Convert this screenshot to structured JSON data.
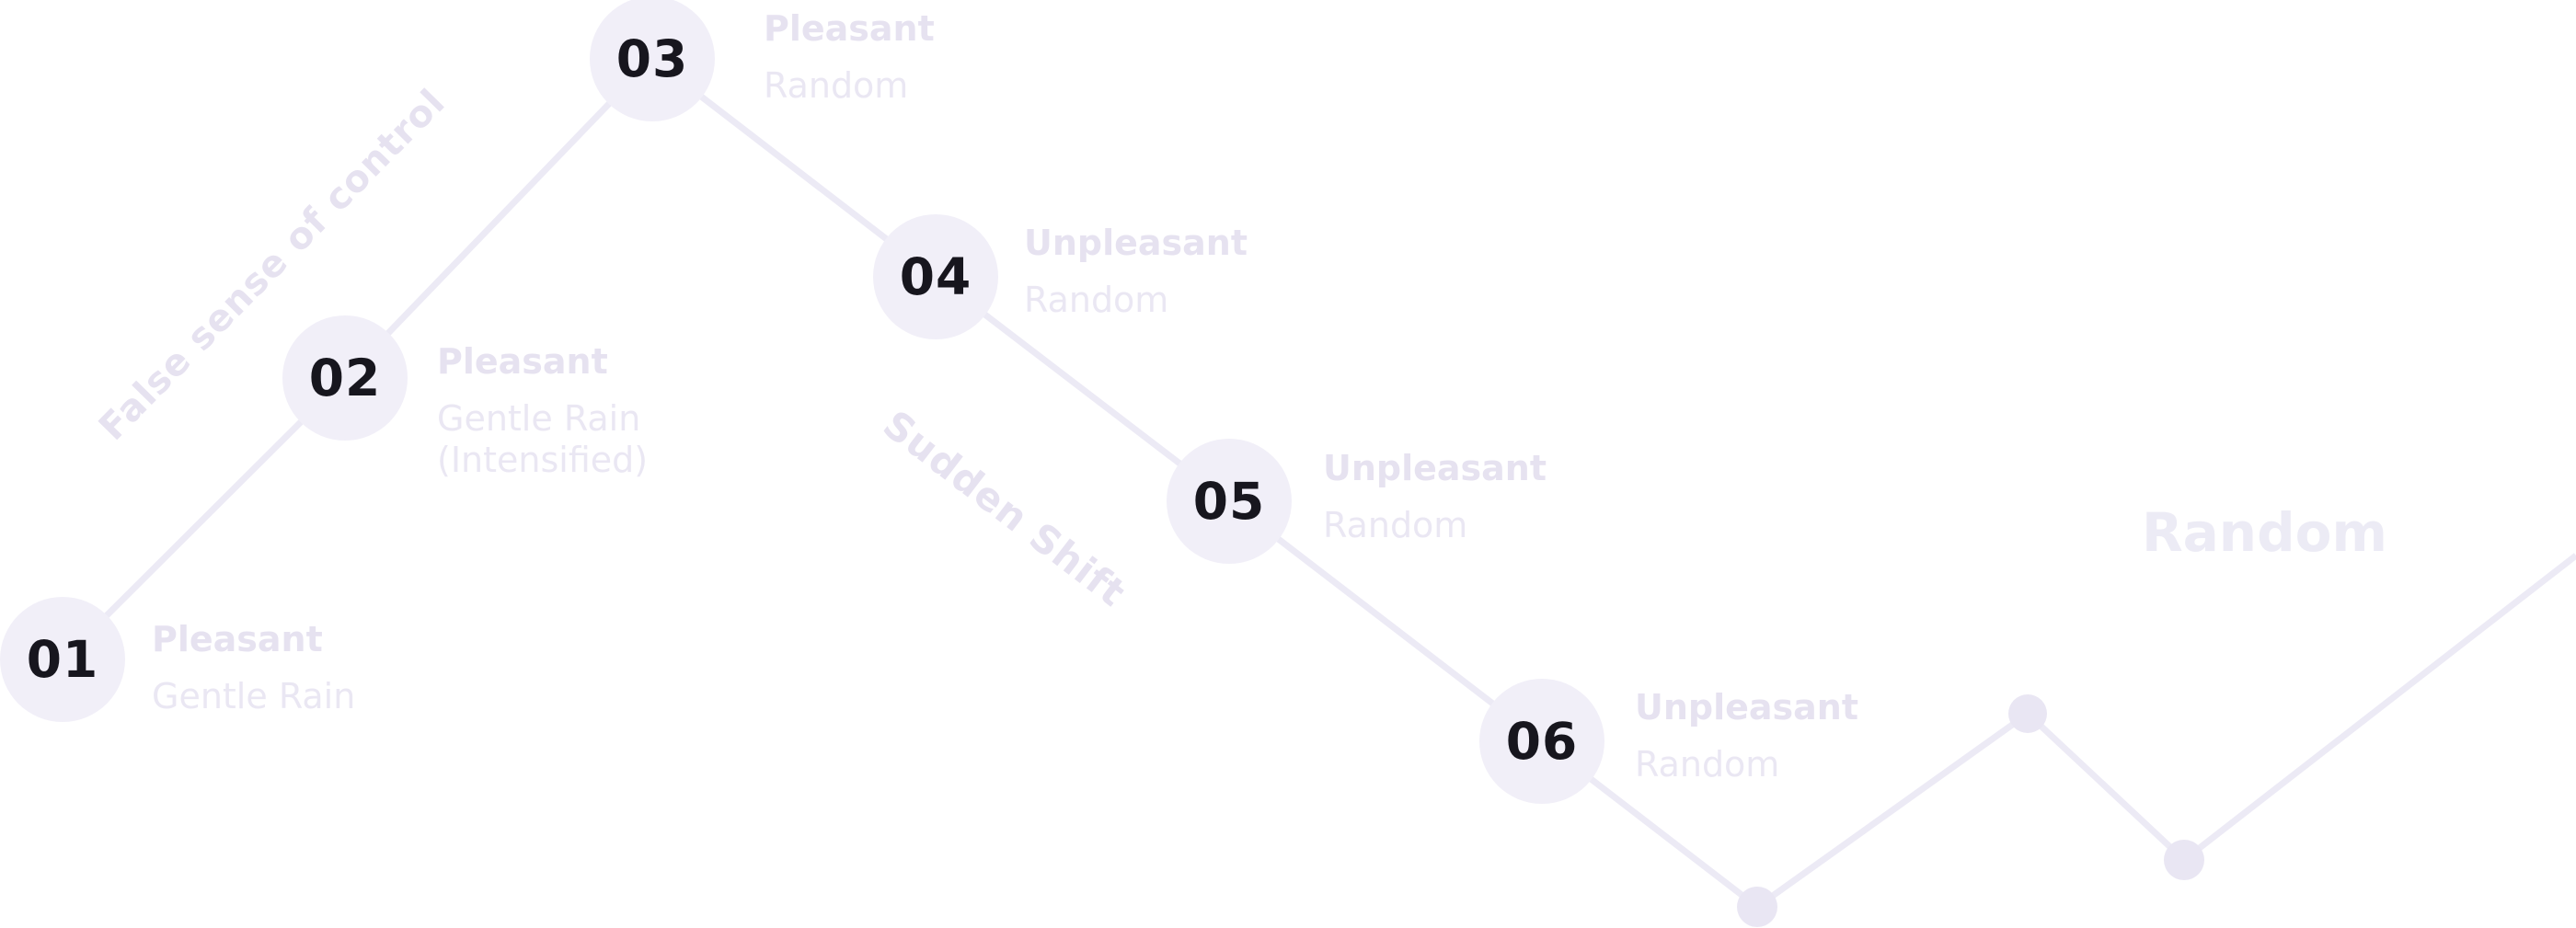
{
  "theme": {
    "line_color": "#ECEAF5",
    "dot_color": "#E9E6F3",
    "node_fill": "#F1EFF8",
    "node_number_color": "#17161E",
    "label_title_color": "#E6E2F0",
    "label_subtitle_color": "#EAE7F3",
    "annotation_color": "#E6E2F0",
    "ending_color": "#ECEBF5",
    "background": "#FFFFFF"
  },
  "nodes": [
    {
      "number": "01",
      "title": "Pleasant",
      "subtitle": "Gentle Rain"
    },
    {
      "number": "02",
      "title": "Pleasant",
      "subtitle": "Gentle Rain",
      "subtitle2": "(Intensified)"
    },
    {
      "number": "03",
      "title": "Pleasant",
      "subtitle": "Random"
    },
    {
      "number": "04",
      "title": "Unpleasant",
      "subtitle": "Random"
    },
    {
      "number": "05",
      "title": "Unpleasant",
      "subtitle": "Random"
    },
    {
      "number": "06",
      "title": "Unpleasant",
      "subtitle": "Random"
    }
  ],
  "annotations": {
    "rising_phase": "False sense of control",
    "falling_phase": "Sudden Shift",
    "ending_phase": "Random"
  }
}
